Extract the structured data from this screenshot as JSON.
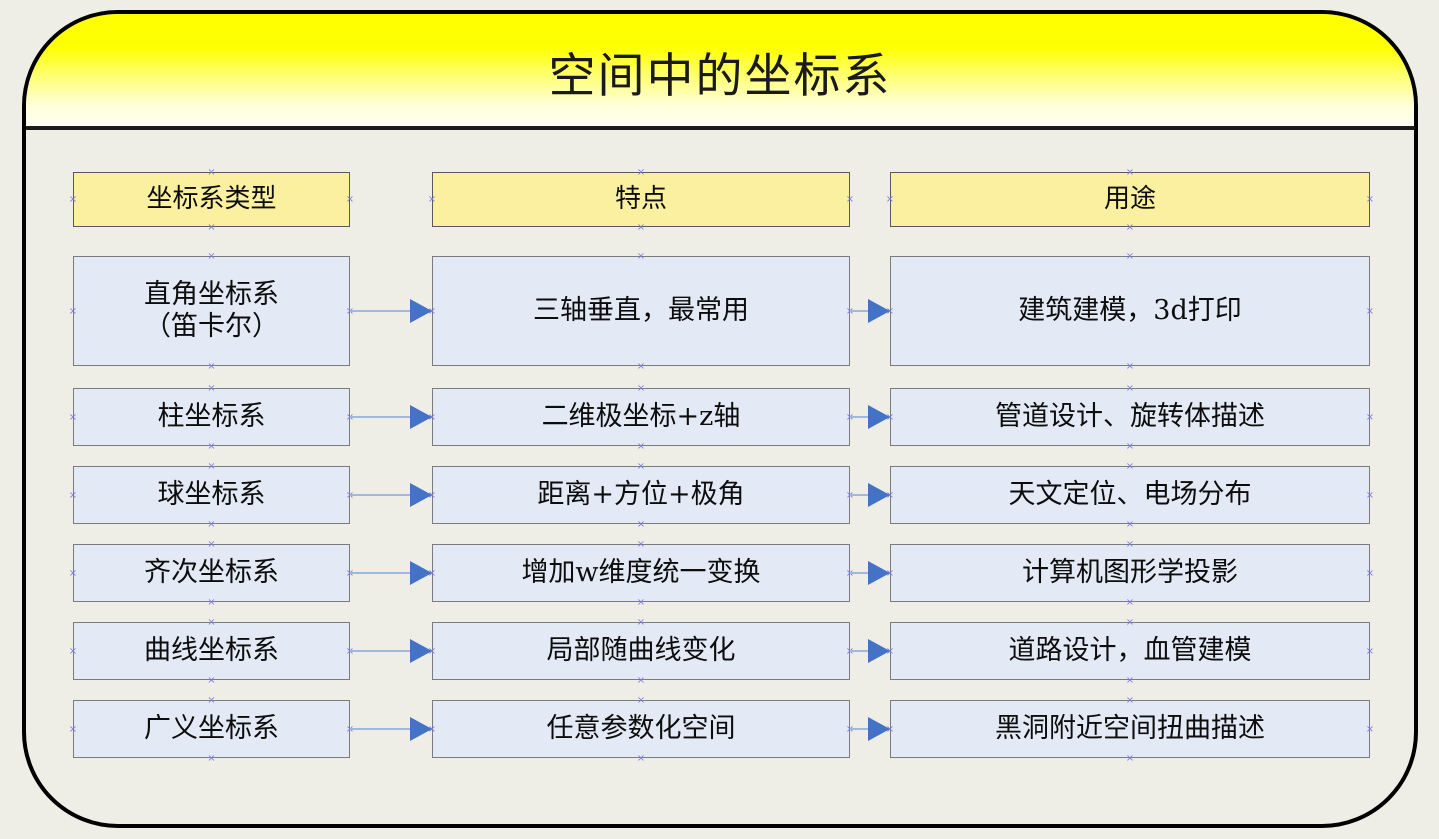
{
  "slide": {
    "title": "空间中的坐标系",
    "background_color": "#eeeee6",
    "frame_border_color": "#000000",
    "header_gradient_from": "#ffff00",
    "header_gradient_to": "#fffff4",
    "header_cell_color": "#faf0a0",
    "data_cell_color": "#e3eaf6",
    "arrow_color": "#4472c4",
    "connector_line_color": "#9fb8dc",
    "connection_point_marker": "x-cross-marker"
  },
  "table": {
    "columns": [
      {
        "label": "坐标系类型"
      },
      {
        "label": "特点"
      },
      {
        "label": "用途"
      }
    ],
    "rows": [
      {
        "type": "直角坐标系\n（笛卡尔）",
        "feature": "三轴垂直，最常用",
        "use": "建筑建模，3d打印"
      },
      {
        "type": "柱坐标系",
        "feature": "二维极坐标+z轴",
        "use": "管道设计、旋转体描述"
      },
      {
        "type": "球坐标系",
        "feature": "距离+方位+极角",
        "use": "天文定位、电场分布"
      },
      {
        "type": "齐次坐标系",
        "feature": "增加w维度统一变换",
        "use": "计算机图形学投影"
      },
      {
        "type": "曲线坐标系",
        "feature": "局部随曲线变化",
        "use": "道路设计，血管建模"
      },
      {
        "type": "广义坐标系",
        "feature": "任意参数化空间",
        "use": "黑洞附近空间扭曲描述"
      }
    ]
  }
}
